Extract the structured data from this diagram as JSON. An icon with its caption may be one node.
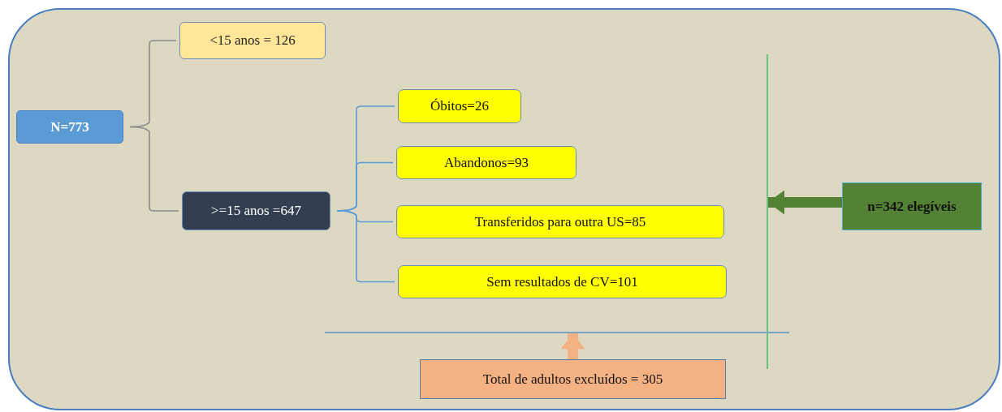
{
  "diagram": {
    "nodes": [
      {
        "text": [],
        "shape": "box"
      },
      {
        "text": [
          "N=773"
        ],
        "in": 0
      },
      {
        "text": [
          "<15 anos = 126"
        ],
        "in": 0
      },
      {
        "text": [
          ">=15 anos =647"
        ],
        "in": 0
      },
      {
        "text": [
          "Óbitos=26"
        ],
        "in": 0
      },
      {
        "text": [
          "Abandonos=93"
        ],
        "in": 0
      },
      {
        "text": [
          "Transferidos para outra US=85"
        ],
        "in": 0
      },
      {
        "text": [
          "Sem resultados de CV=101"
        ],
        "in": 0
      },
      {
        "text": [
          "n=342 elegíveis"
        ],
        "in": 0
      },
      {
        "text": [
          "Total de adultos excluídos = 305"
        ],
        "in": 0
      },
      {
        "text": [],
        "shape": "bar",
        "in": 0
      },
      {
        "text": [],
        "shape": "bar",
        "in": 0
      }
    ],
    "edges": [
      {
        "from": 1,
        "to": 2,
        "arrow": "none",
        "color": "#8c8c8c"
      },
      {
        "from": 1,
        "to": 3,
        "arrow": "none",
        "color": "#8c8c8c"
      },
      {
        "from": 3,
        "to": 4,
        "arrow": "none"
      },
      {
        "from": 3,
        "to": 5,
        "arrow": "none"
      },
      {
        "from": 3,
        "to": 6,
        "arrow": "none"
      },
      {
        "from": 3,
        "to": 7,
        "arrow": "none"
      },
      {
        "from": 8,
        "to": 10,
        "arrow": "to",
        "style": "thick",
        "color": "#548235"
      },
      {
        "from": 9,
        "to": 11,
        "arrow": "to",
        "style": "thick",
        "color": "#f4b183"
      }
    ]
  }
}
